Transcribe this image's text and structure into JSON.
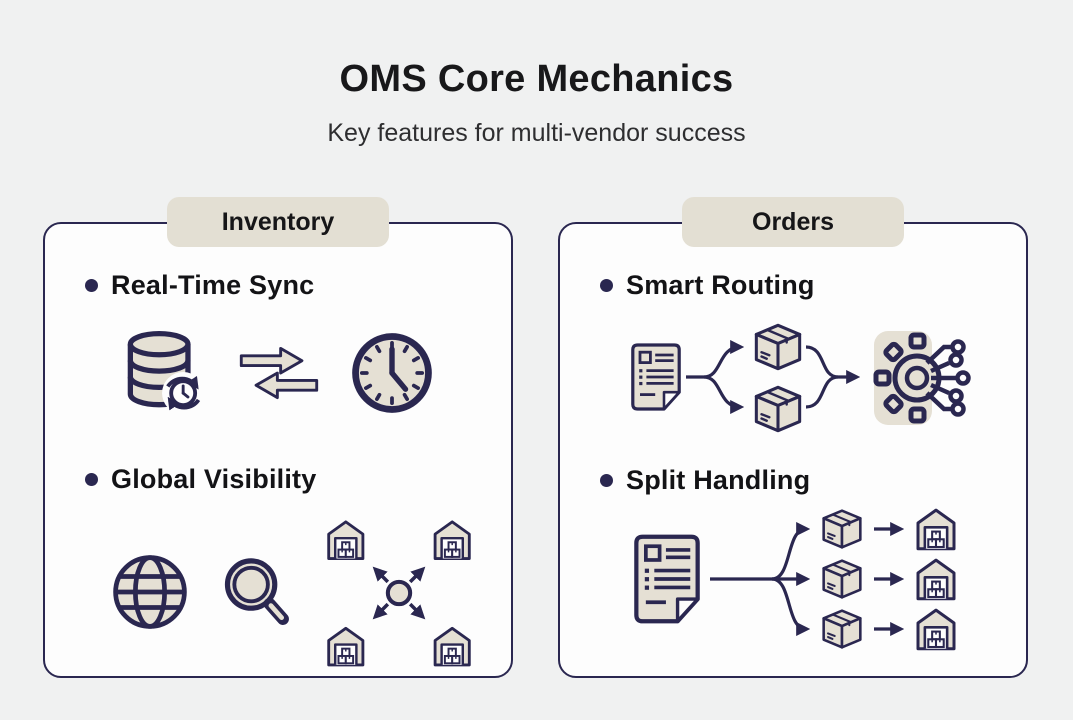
{
  "title": "OMS Core Mechanics",
  "subtitle": "Key features for multi-vendor success",
  "colors": {
    "background": "#f0f1f1",
    "panel_background": "#fdfdfd",
    "outline_navy": "#2a2750",
    "icon_fill_beige": "#e5e0d4",
    "tab_background": "#e3dfd3",
    "title_text": "#18181a",
    "subtitle_text": "#2e2e30",
    "label_text": "#131316"
  },
  "panels": [
    {
      "header": "Inventory",
      "features": [
        {
          "label": "Real-Time Sync",
          "icons": [
            "database-sync-icon",
            "transfer-arrows-icon",
            "clock-icon"
          ]
        },
        {
          "label": "Global Visibility",
          "icons": [
            "globe-icon",
            "magnifier-icon",
            "warehouse-network-icon"
          ]
        }
      ]
    },
    {
      "header": "Orders",
      "features": [
        {
          "label": "Smart Routing",
          "icons": [
            "order-document-icon",
            "package-icon",
            "package-icon",
            "ai-router-gear-icon"
          ]
        },
        {
          "label": "Split Handling",
          "icons": [
            "order-document-icon",
            "package-icon",
            "package-icon",
            "package-icon",
            "warehouse-icon",
            "warehouse-icon",
            "warehouse-icon"
          ]
        }
      ]
    }
  ]
}
